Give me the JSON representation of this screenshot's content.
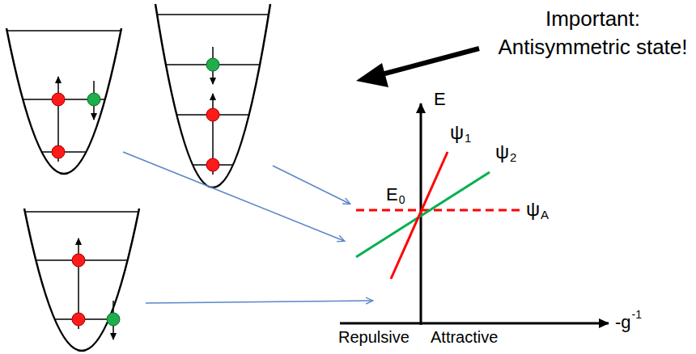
{
  "diagram": {
    "labels": [
      "Important: Antisymmetric state!",
      "E",
      "ψ",
      "1",
      "ψ",
      "2",
      "E",
      "0",
      "ψ",
      "A",
      "-g",
      "-1",
      "Repulsive",
      "Attractive"
    ]
  }
}
